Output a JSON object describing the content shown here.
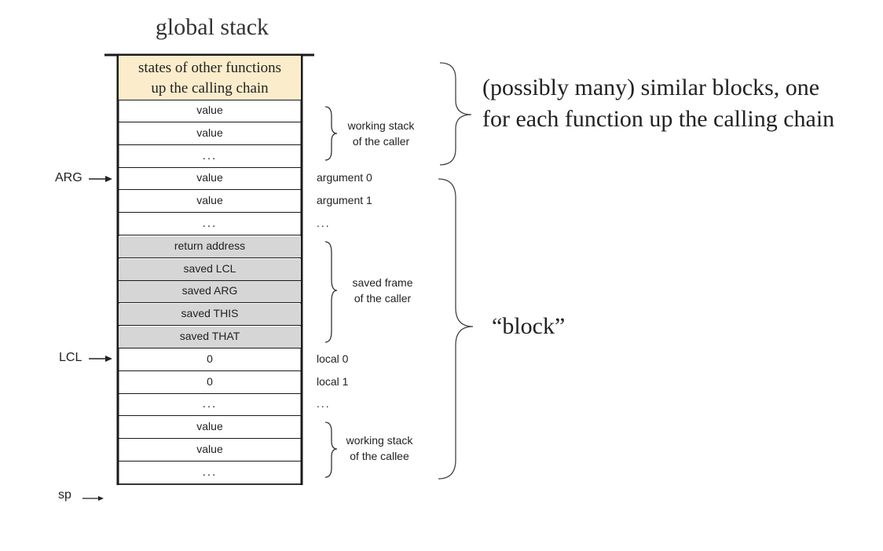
{
  "title": "global stack",
  "top_block": [
    "states of other functions",
    "up the calling chain"
  ],
  "cells": [
    {
      "text": "value",
      "label": ""
    },
    {
      "text": "value",
      "label": ""
    },
    {
      "text": "...",
      "label": ""
    },
    {
      "text": "value",
      "label": "argument 0"
    },
    {
      "text": "value",
      "label": "argument 1"
    },
    {
      "text": "...",
      "label": "..."
    },
    {
      "text": "return address",
      "label": ""
    },
    {
      "text": "saved LCL",
      "label": ""
    },
    {
      "text": "saved ARG",
      "label": ""
    },
    {
      "text": "saved THIS",
      "label": ""
    },
    {
      "text": "saved THAT",
      "label": ""
    },
    {
      "text": "0",
      "label": "local 0"
    },
    {
      "text": "0",
      "label": "local 1"
    },
    {
      "text": "...",
      "label": "..."
    },
    {
      "text": "value",
      "label": ""
    },
    {
      "text": "value",
      "label": ""
    },
    {
      "text": "...",
      "label": ""
    }
  ],
  "pointers": {
    "arg": "ARG",
    "lcl": "LCL",
    "sp": "sp"
  },
  "braces": {
    "working_stack_caller": [
      "working stack",
      "of the caller"
    ],
    "saved_frame": [
      "saved frame",
      "of the caller"
    ],
    "working_stack_callee": [
      "working stack",
      "of the callee"
    ]
  },
  "annotations": {
    "similar_blocks": [
      "(possibly many) similar blocks, one",
      "for each function up the calling chain"
    ],
    "block": "“block”"
  },
  "colors": {
    "top_block_fill": "#fbeccb",
    "saved_frame_fill": "#d6d6d6",
    "line": "#1a1a1a"
  }
}
